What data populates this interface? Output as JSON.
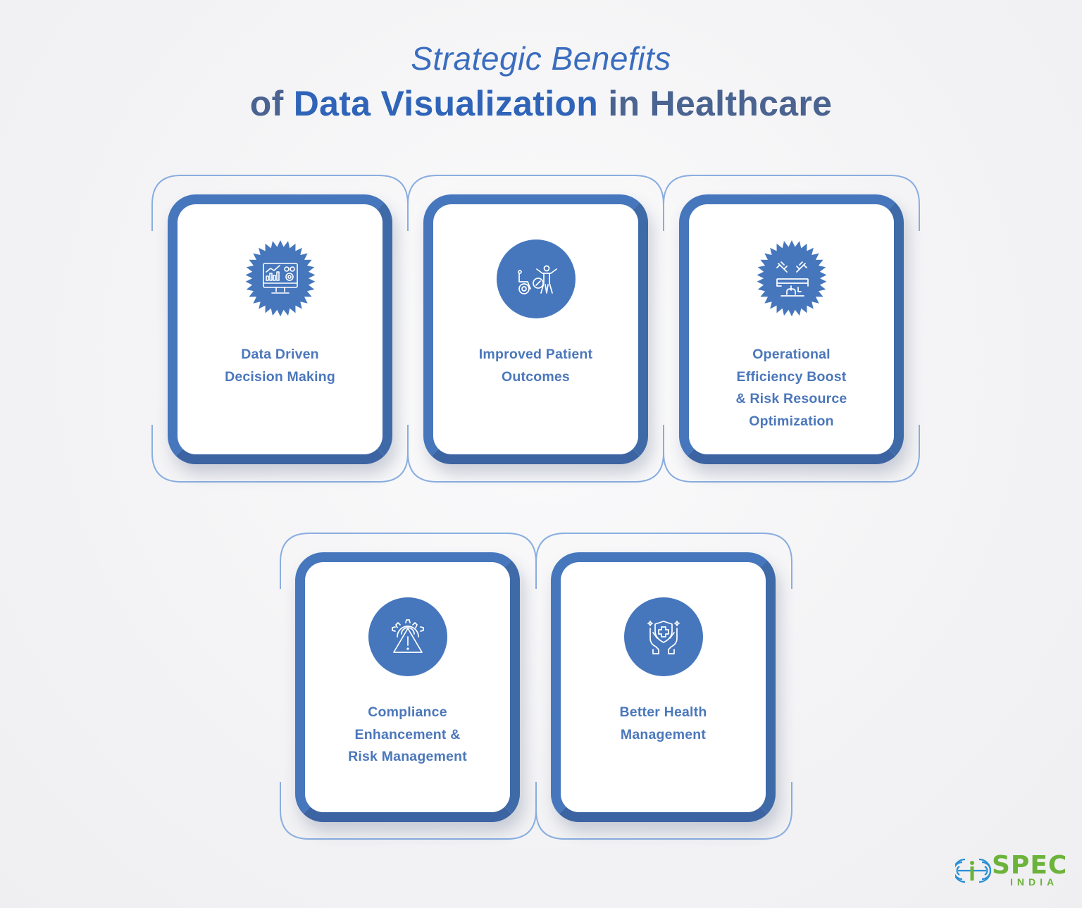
{
  "header": {
    "title_line1": "Strategic Benefits",
    "title_line2_prefix": "of ",
    "title_line2_highlight": "Data Visualization",
    "title_line2_suffix": " in Healthcare"
  },
  "colors": {
    "accent_blue": "#4677bd",
    "title_blue": "#3a6dbf",
    "title_slate": "#4a6390",
    "card_text": "#4b77bb",
    "outline": "#8aaee0",
    "logo_green": "#6bb33a",
    "logo_blue": "#2a8fd6",
    "background": "#f4f4f6"
  },
  "cards": [
    {
      "icon": "monitor-analytics-icon",
      "icon_shape": "badge",
      "lines": [
        "Data Driven",
        "Decision Making"
      ]
    },
    {
      "icon": "patient-recovery-icon",
      "icon_shape": "circle",
      "lines": [
        "Improved Patient",
        "Outcomes"
      ]
    },
    {
      "icon": "operating-table-icon",
      "icon_shape": "badge",
      "lines": [
        "Operational",
        "Efficiency Boost",
        "& Risk Resource",
        "Optimization"
      ]
    },
    {
      "icon": "warning-gear-icon",
      "icon_shape": "circle",
      "lines": [
        "Compliance",
        "Enhancement &",
        "Risk Management"
      ]
    },
    {
      "icon": "hands-shield-cross-icon",
      "icon_shape": "circle",
      "lines": [
        "Better Health",
        "Management"
      ]
    }
  ],
  "logo": {
    "name": "SPEC",
    "subtitle": "INDIA"
  }
}
